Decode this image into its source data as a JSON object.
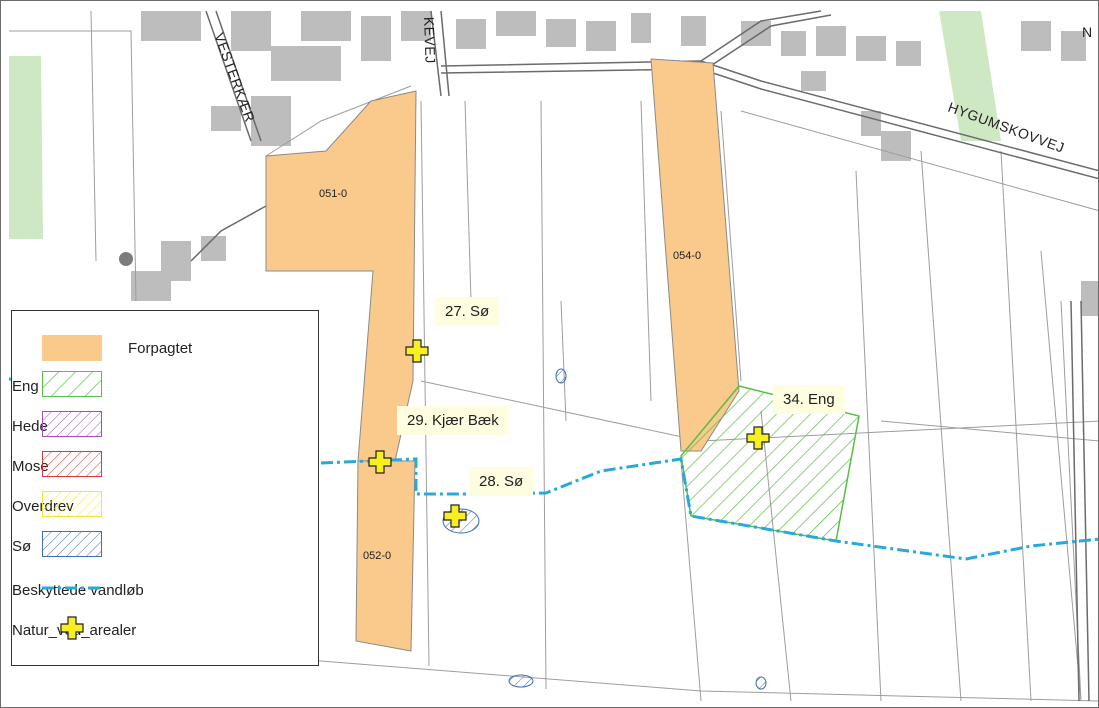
{
  "map": {
    "road_labels": {
      "vesterkaer": "VESTERKÆR",
      "hygumskovvej": "HYGUMSKOVVEJ",
      "kevej": "KEVEJ",
      "n_edge": "N"
    },
    "parcels": [
      {
        "id": "051-0"
      },
      {
        "id": "052-0"
      },
      {
        "id": "054-0"
      }
    ],
    "callouts": [
      {
        "label": "27. Sø"
      },
      {
        "label": "29. Kjær Bæk"
      },
      {
        "label": "28. Sø"
      },
      {
        "label": "34. Eng"
      }
    ],
    "colors": {
      "forpagtet": "#fac98c",
      "eng": "#55c043",
      "hede": "#a24fc4",
      "mose": "#d43b3b",
      "overdrev": "#f2e540",
      "so": "#3f6fb5",
      "vandlob": "#29a8dc",
      "marker": "#f7ef1f",
      "building": "#bdbdbd",
      "green_area": "#cfe8c4"
    }
  },
  "legend": {
    "items": [
      {
        "label": "Forpagtet",
        "icon": "solid-fill-swatch"
      },
      {
        "label": "Eng",
        "icon": "hatch-swatch"
      },
      {
        "label": "Hede",
        "icon": "hatch-swatch"
      },
      {
        "label": "Mose",
        "icon": "hatch-swatch"
      },
      {
        "label": "Overdrev",
        "icon": "hatch-swatch"
      },
      {
        "label": "Sø",
        "icon": "hatch-swatch"
      },
      {
        "label": "Beskyttede vandløb",
        "icon": "dash-dot-line"
      },
      {
        "label": "Natur_ved_arealer",
        "icon": "yellow-cross-icon"
      }
    ]
  }
}
